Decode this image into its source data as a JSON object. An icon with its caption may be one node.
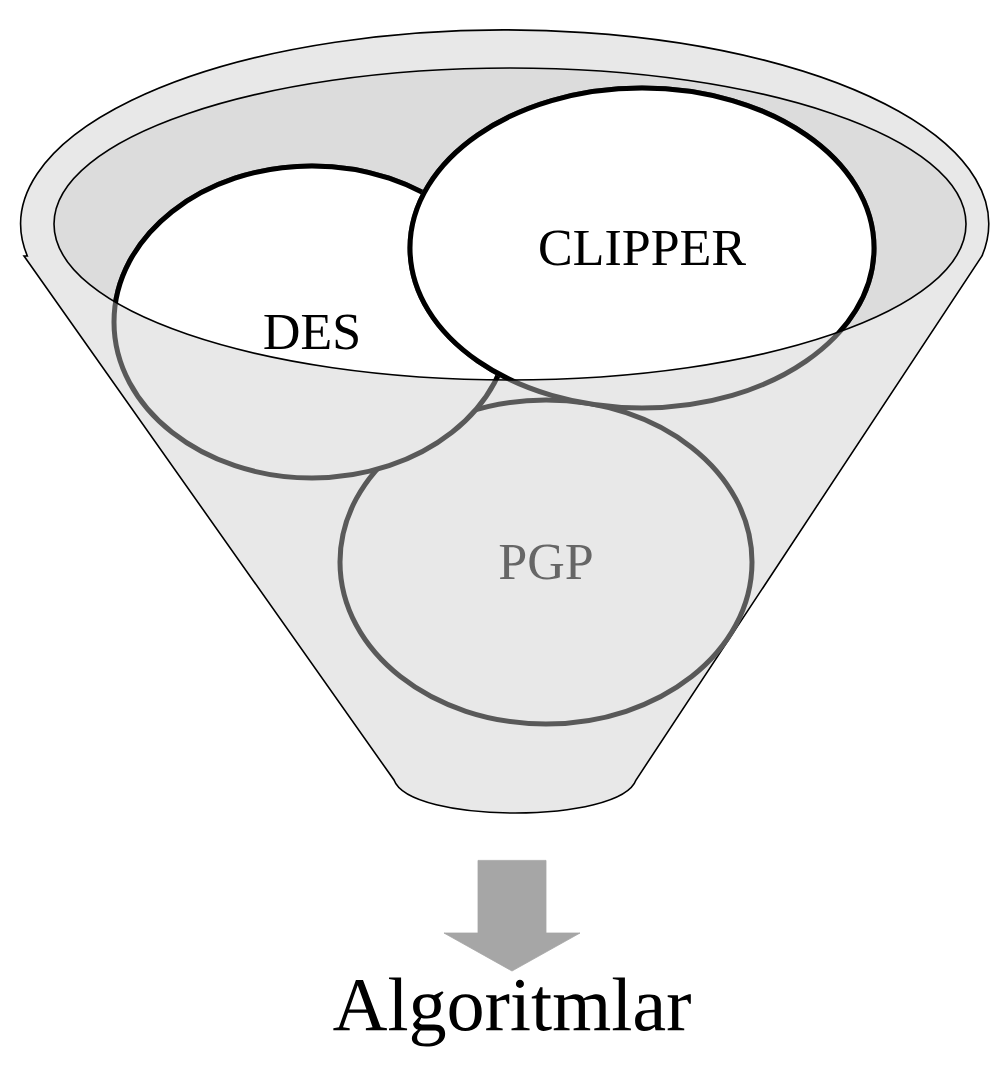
{
  "diagram": {
    "nodes": [
      {
        "text": [],
        "shape": "funnel"
      },
      {
        "text": [
          "DES"
        ],
        "in": 0
      },
      {
        "text": [
          "CLIPPER"
        ],
        "in": 0
      },
      {
        "text": [
          "PGP"
        ],
        "in": 0
      },
      {
        "text": [
          "Algoritmlar"
        ]
      }
    ],
    "edges": [
      {
        "from": 0,
        "to": 4,
        "arrow": "to"
      }
    ]
  }
}
